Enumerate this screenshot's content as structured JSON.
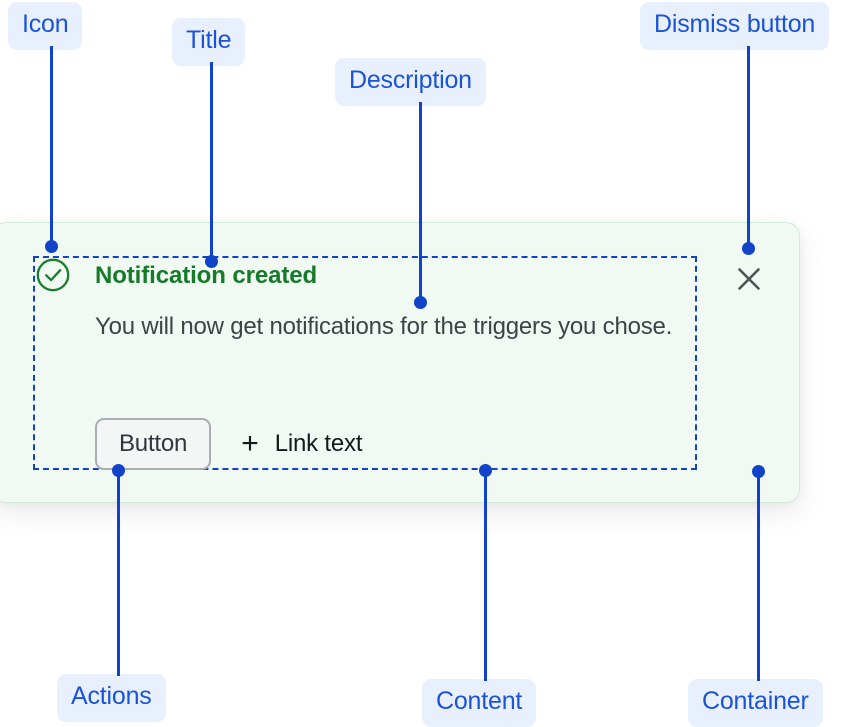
{
  "annotations": [
    {
      "id": "icon",
      "label": "Icon"
    },
    {
      "id": "title",
      "label": "Title"
    },
    {
      "id": "description",
      "label": "Description"
    },
    {
      "id": "dismiss-button",
      "label": "Dismiss button"
    },
    {
      "id": "actions",
      "label": "Actions"
    },
    {
      "id": "content",
      "label": "Content"
    },
    {
      "id": "container",
      "label": "Container"
    }
  ],
  "notification": {
    "status_icon": "check-circle-icon",
    "title": "Notification created",
    "description": "You will now get notifications for the triggers you chose.",
    "actions": {
      "button_label": "Button",
      "link_icon": "plus-icon",
      "link_label": "Link text"
    },
    "dismiss_icon": "close-icon"
  },
  "colors": {
    "annotation_text": "#1a53d8",
    "annotation_badge_bg": "#e9f0fd",
    "leader_line": "#1143c9",
    "card_bg": "#f1f9f3",
    "card_border": "#d4ead9",
    "success_green": "#157a29",
    "description_text": "#3d4348",
    "button_bg": "#f4f5f5",
    "button_border": "#a9adb2",
    "dismiss_icon": "#4c5155"
  }
}
